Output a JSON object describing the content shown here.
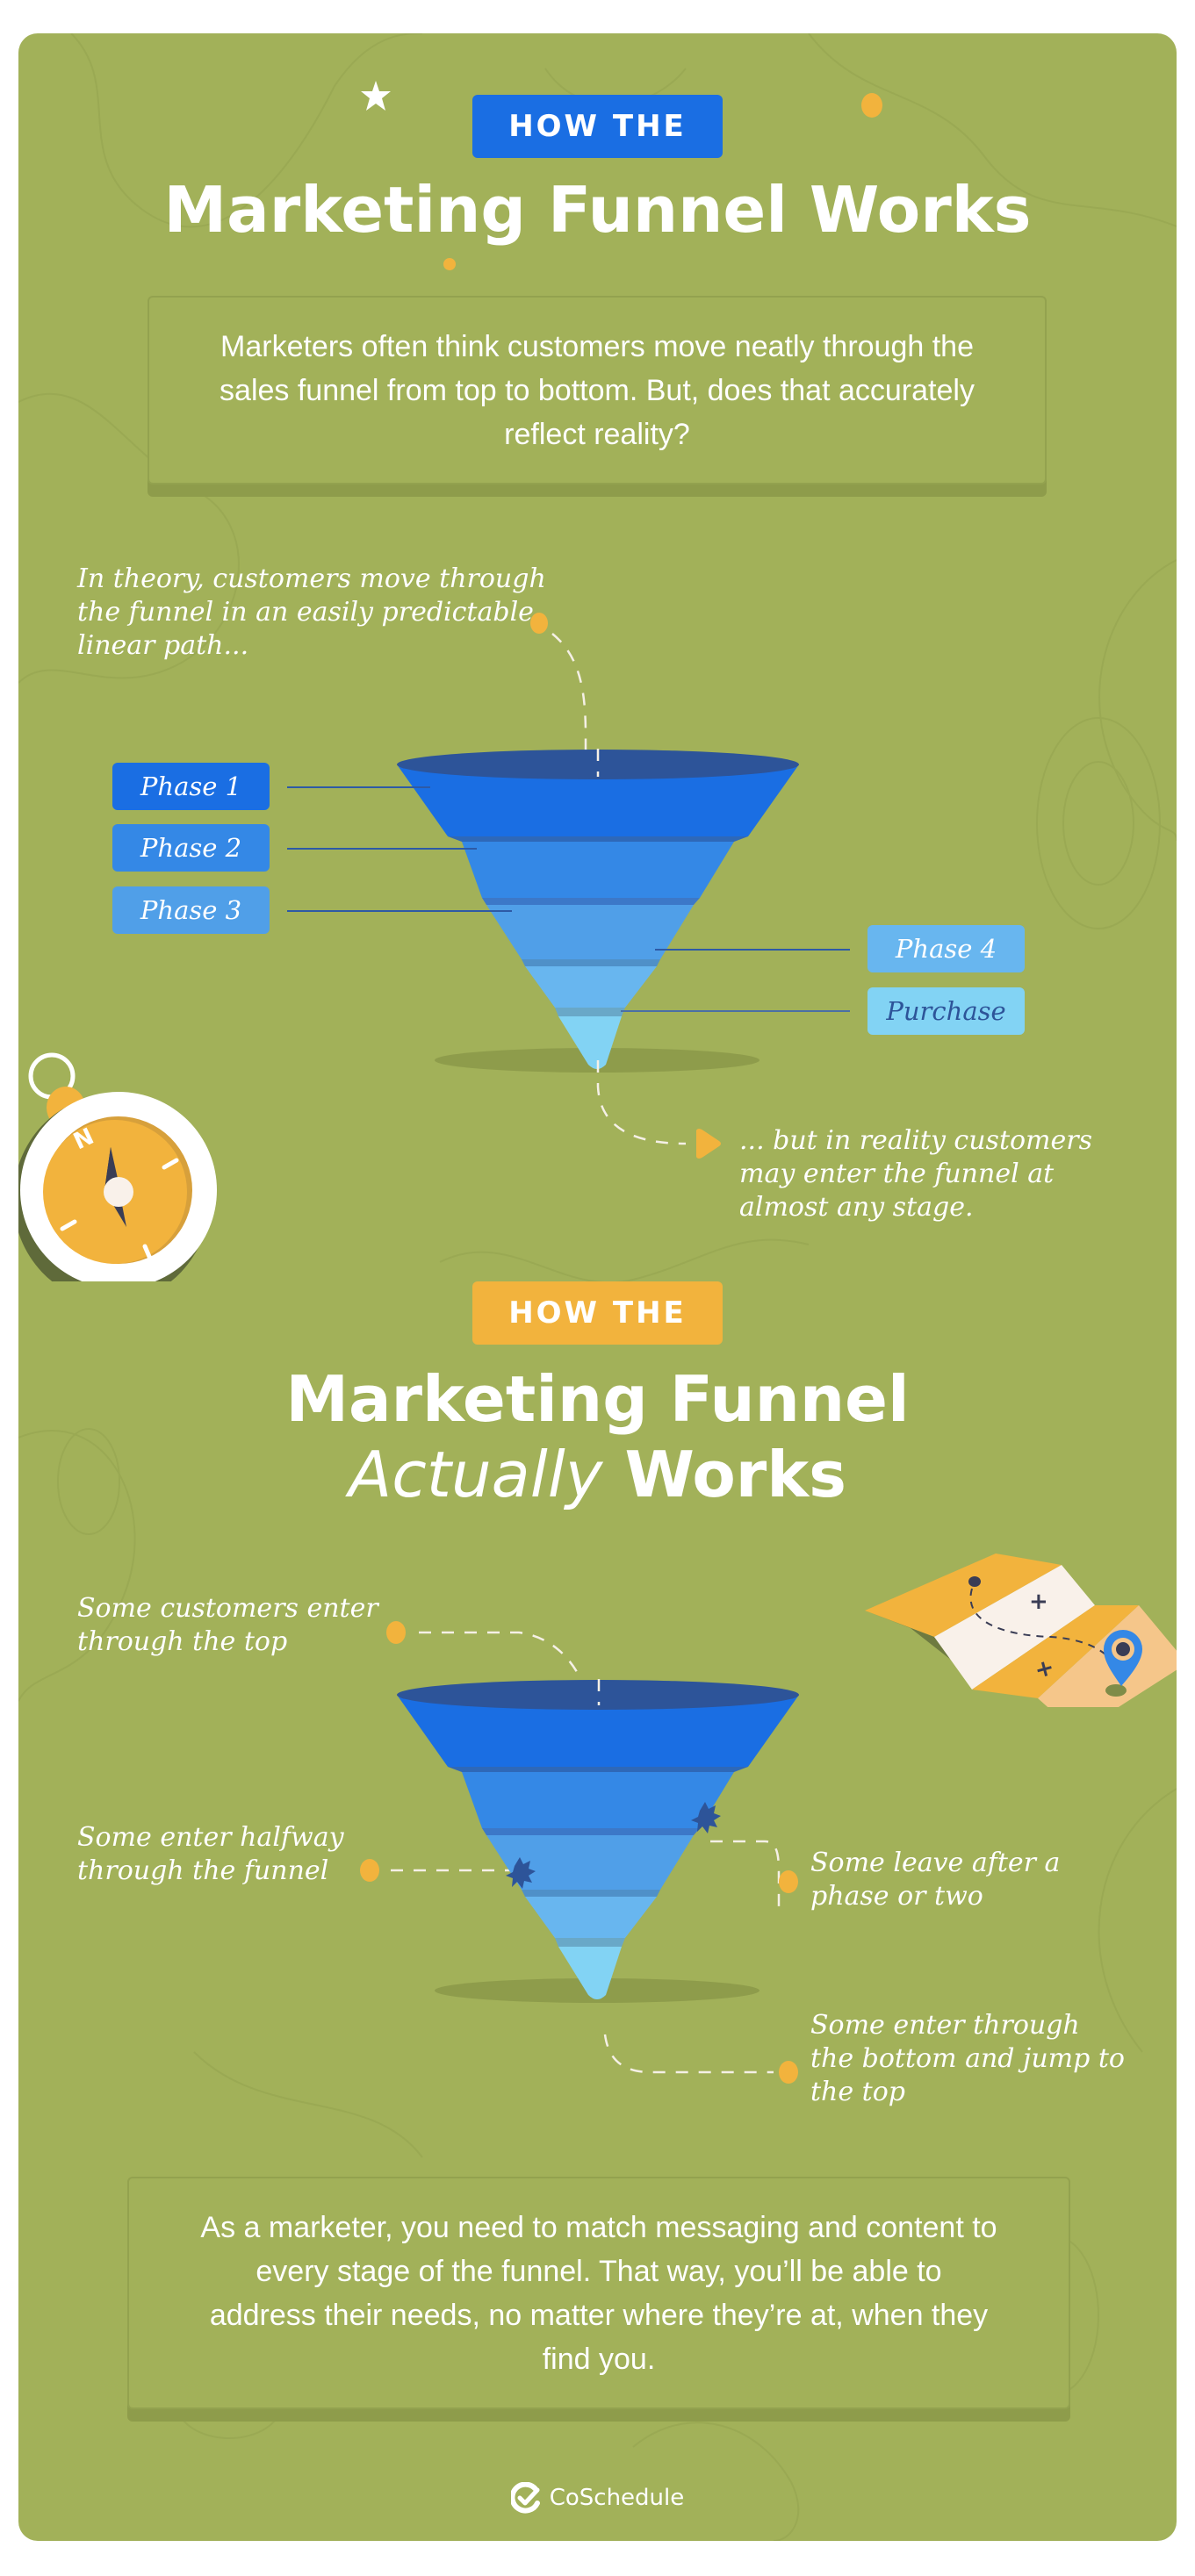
{
  "colors": {
    "background": "#a2b159",
    "badge_blue": "#1a6ee3",
    "badge_orange": "#f2b33d",
    "funnel_rim": "#2d5499",
    "funnel_tiers": [
      "#1a6ee3",
      "#3488e6",
      "#509fe8",
      "#68b6ef",
      "#82d3f4"
    ],
    "accent_orange": "#f2b33d",
    "text": "#ffffff"
  },
  "section1": {
    "badge": "HOW THE",
    "title": "Marketing Funnel Works",
    "intro": "Marketers often think customers move neatly through the sales funnel from top to bottom. But, does that accurately reflect reality?",
    "theory_note": "In theory, customers move through the funnel in an easily predictable linear path...",
    "reality_note": "... but in reality customers may enter the funnel at almost any stage.",
    "phases": [
      {
        "label": "Phase 1",
        "color": "#1a6ee3",
        "text_color": "#ffffff"
      },
      {
        "label": "Phase 2",
        "color": "#3488e6",
        "text_color": "#ffffff"
      },
      {
        "label": "Phase 3",
        "color": "#509fe8",
        "text_color": "#ffffff"
      },
      {
        "label": "Phase 4",
        "color": "#68b6ef",
        "text_color": "#ffffff"
      },
      {
        "label": "Purchase",
        "color": "#82d3f4",
        "text_color": "#2d5499"
      }
    ]
  },
  "section2": {
    "badge": "HOW THE",
    "title_line1": "Marketing Funnel",
    "title_em": "Actually",
    "title_rest": " Works",
    "notes": {
      "top": "Some customers enter through the top",
      "halfway": "Some enter halfway through the funnel",
      "leave": "Some leave after a phase or two",
      "bottom": "Some enter through the bottom and jump to the top"
    }
  },
  "closing": {
    "text": "As a marketer, you need to match messaging and content to every stage of the funnel. That way, you’ll be able to address their needs, no matter where they’re at, when they find you."
  },
  "footer": {
    "brand": "CoSchedule",
    "icon": "check-circle-icon"
  },
  "decorations": [
    "star-icon",
    "compass-icon",
    "folded-map-icon",
    "map-pin-icon"
  ]
}
